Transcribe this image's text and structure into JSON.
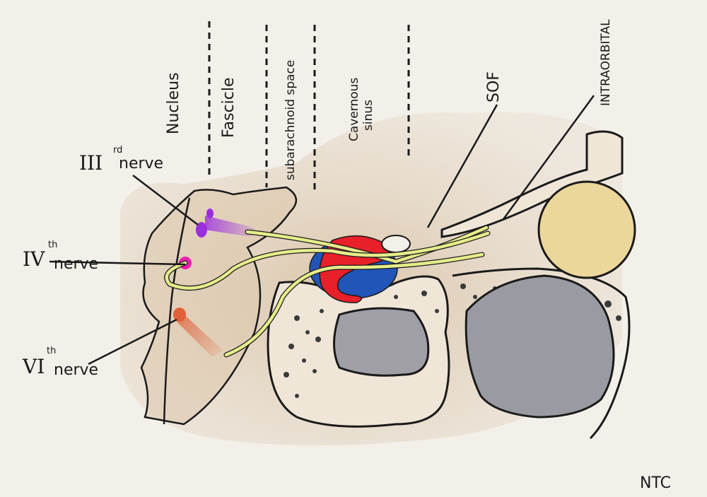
{
  "regions": {
    "nucleus": "Nucleus",
    "fascicle": "Fascicle",
    "subarachnoid": "subarachnoid space",
    "cavernous_line1": "Cavernous",
    "cavernous_line2": "sinus",
    "sof": "SOF",
    "intraorbital": "INTRAORBITAL"
  },
  "nerves": {
    "third": {
      "roman": "III",
      "sup": "rd",
      "word": "nerve",
      "color": "#9b2fe0"
    },
    "fourth": {
      "roman": "IV",
      "sup": "th",
      "word": "nerve",
      "color": "#e81fb0"
    },
    "sixth": {
      "roman": "VI",
      "sup": "th",
      "word": "nerve",
      "color": "#e0603a"
    }
  },
  "signature": "NTC",
  "colors": {
    "paper": "#f3f0ea",
    "tissue": "#d8c3a8",
    "nerve_fiber": "#e6ec8a",
    "artery": "#e8202a",
    "vein": "#2255b8",
    "globe": "#ecd79a",
    "sinus_air": "#9a9aa2",
    "outline": "#1a1a1a"
  }
}
